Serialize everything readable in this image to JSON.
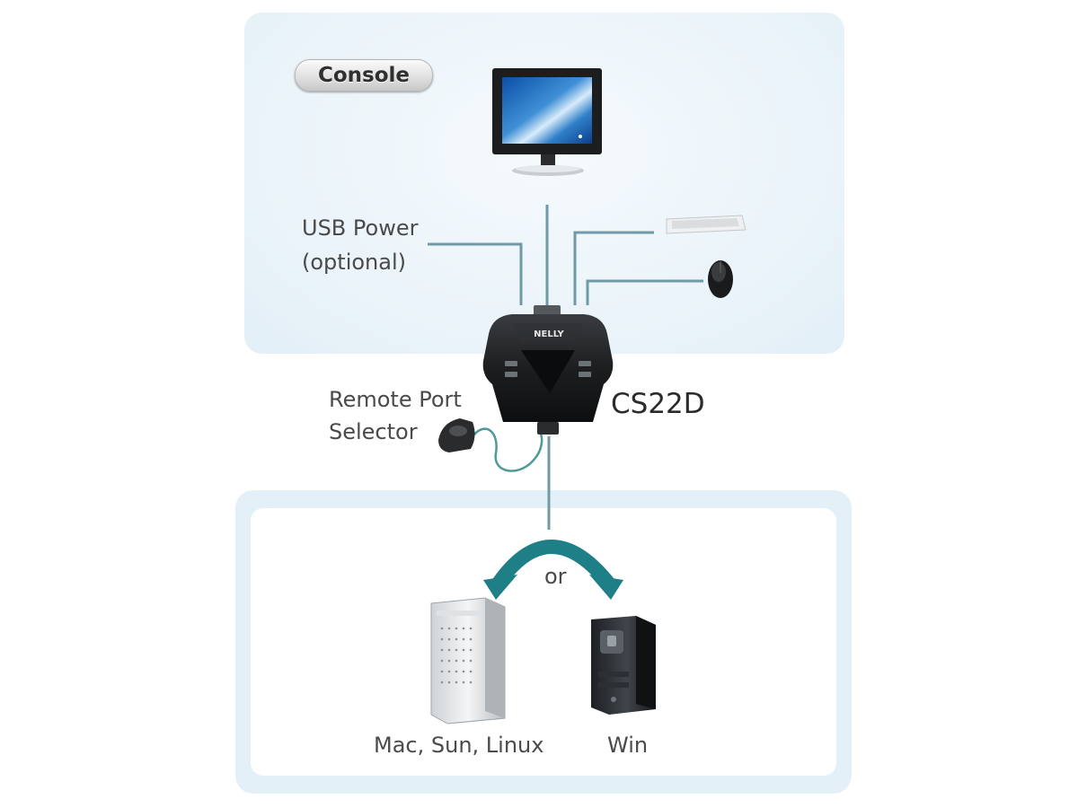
{
  "console": {
    "badge": "Console"
  },
  "labels": {
    "usb_power_line1": "USB Power",
    "usb_power_line2": "(optional)",
    "remote_line1": "Remote Port",
    "remote_line2": "Selector",
    "model": "CS22D",
    "or": "or",
    "mac_sun_linux": "Mac, Sun, Linux",
    "win": "Win",
    "device_logo": "NELLY"
  },
  "colors": {
    "cable": "#6f9aa6",
    "arrow": "#1e7f86",
    "console_panel": "#e9f3f9",
    "computer_panel": "#e4f0f8"
  }
}
